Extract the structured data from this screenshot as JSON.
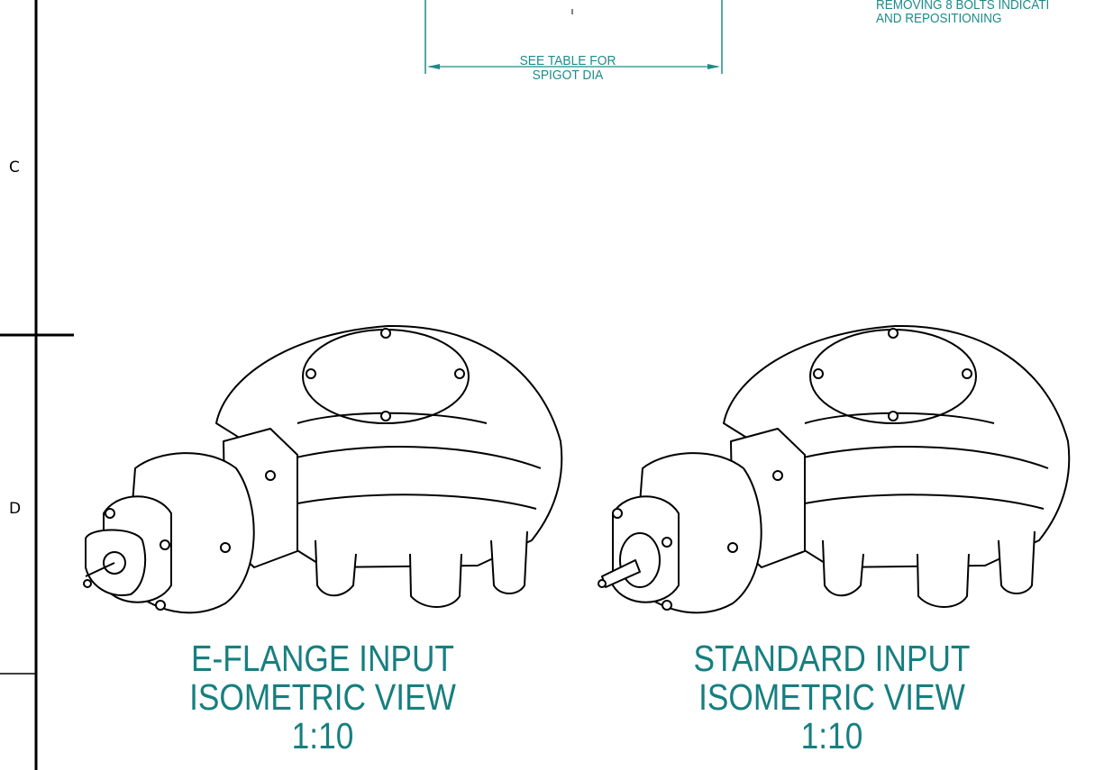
{
  "notes": {
    "top_right_line1": "REMOVING 8 BOLTS INDICATI",
    "top_right_line2": "AND REPOSITIONING"
  },
  "dimension": {
    "label_line1": "SEE TABLE FOR",
    "label_line2": "SPIGOT DIA"
  },
  "zones": {
    "c": "C",
    "d": "D"
  },
  "views": [
    {
      "name": "E-FLANGE INPUT",
      "type": "ISOMETRIC VIEW",
      "scale": "1:10"
    },
    {
      "name": "STANDARD INPUT",
      "type": "ISOMETRIC VIEW",
      "scale": "1:10"
    }
  ],
  "colors": {
    "annotation": "#1e8a8a",
    "linework": "#000000"
  }
}
